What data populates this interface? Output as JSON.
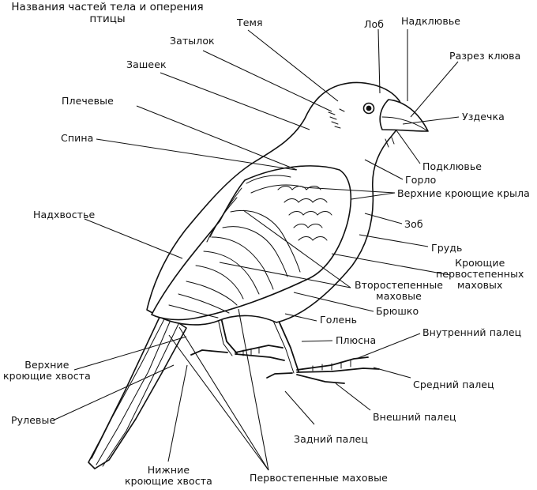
{
  "title": {
    "line1": "Названия частей тела и оперения",
    "line2": "птицы"
  },
  "labels": {
    "temya": "Темя",
    "lob": "Лоб",
    "nadklyuvye": "Надклювье",
    "zatylok": "Затылок",
    "razrez_klyuva": "Разрез клюва",
    "zasheek": "Зашеек",
    "uzdechka": "Уздечка",
    "plechevye": "Плечевые",
    "podklyuvye": "Подклювье",
    "spina": "Спина",
    "gorlo": "Горло",
    "verkhnie_kroyushchie_kryla": "Верхние кроющие крыла",
    "nadkhvostye": "Надхвостье",
    "zob": "Зоб",
    "grud": "Грудь",
    "kroyushchie_pervostepennykh": [
      "Кроющие",
      "первостепенных",
      "маховых"
    ],
    "vtorostepennye_makhovye": [
      "Второстепенные",
      "маховые"
    ],
    "bryushko": "Брюшко",
    "golen": "Голень",
    "plyusna": "Плюсна",
    "vnutrenniy_palets": "Внутренний палец",
    "verkhnie_kroyushchie_khvosta": [
      "Верхние",
      "кроющие хвоста"
    ],
    "sredniy_palets": "Средний палец",
    "vneshniy_palets": "Внешний палец",
    "rulevye": "Рулевые",
    "zadniy_palets": "Задний палец",
    "nizhnie_kroyushchie_khvosta": [
      "Нижние",
      "кроющие хвоста"
    ],
    "pervostepennye_makhovye": "Первостепенные маховые"
  }
}
